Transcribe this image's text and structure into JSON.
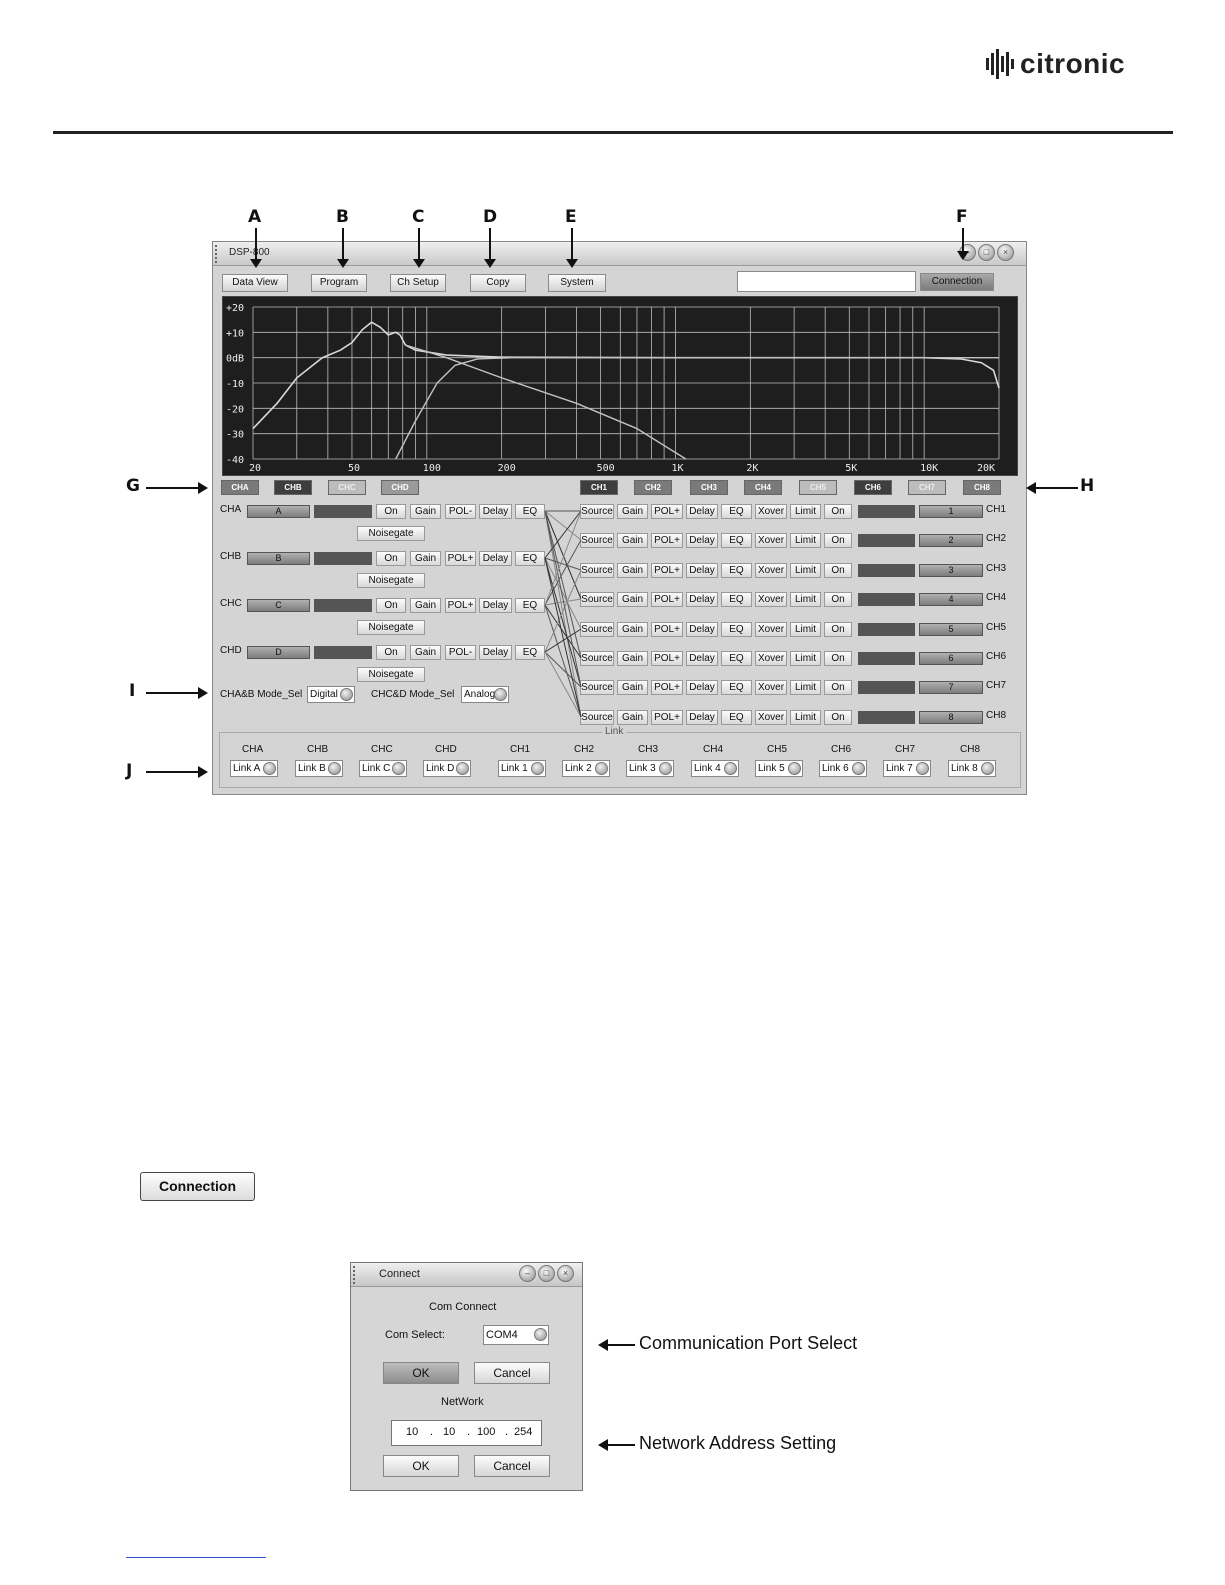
{
  "brand": {
    "name": "citronic"
  },
  "callouts": {
    "a": "A",
    "b": "B",
    "c": "C",
    "d": "D",
    "e": "E",
    "f": "F",
    "g": "G",
    "h": "H",
    "i": "I",
    "j": "J"
  },
  "main_window": {
    "title": "DSP-800",
    "toolbar": {
      "data_view": "Data View",
      "program": "Program",
      "ch_setup": "Ch Setup",
      "copy": "Copy",
      "system": "System",
      "status_value": "",
      "connection": "Connection"
    },
    "graph": {
      "y_labels": [
        "+20",
        "+10",
        "0dB",
        "-10",
        "-20",
        "-30",
        "-40"
      ],
      "x_labels": [
        "20",
        "50",
        "100",
        "200",
        "500",
        "1K",
        "2K",
        "5K",
        "10K",
        "20K"
      ]
    },
    "input_tabs": [
      "CHA",
      "CHB",
      "CHC",
      "CHD"
    ],
    "output_tabs": [
      "CH1",
      "CH2",
      "CH3",
      "CH4",
      "CH5",
      "CH6",
      "CH7",
      "CH8"
    ],
    "inputs": [
      {
        "label": "CHA",
        "name": "A",
        "on": "On",
        "gain": "Gain",
        "pol": "POL-",
        "delay": "Delay",
        "eq": "EQ",
        "noisegate": "Noisegate"
      },
      {
        "label": "CHB",
        "name": "B",
        "on": "On",
        "gain": "Gain",
        "pol": "POL+",
        "delay": "Delay",
        "eq": "EQ",
        "noisegate": "Noisegate"
      },
      {
        "label": "CHC",
        "name": "C",
        "on": "On",
        "gain": "Gain",
        "pol": "POL+",
        "delay": "Delay",
        "eq": "EQ",
        "noisegate": "Noisegate"
      },
      {
        "label": "CHD",
        "name": "D",
        "on": "On",
        "gain": "Gain",
        "pol": "POL-",
        "delay": "Delay",
        "eq": "EQ",
        "noisegate": "Noisegate"
      }
    ],
    "outputs": [
      {
        "source": "Source",
        "gain": "Gain",
        "pol": "POL+",
        "delay": "Delay",
        "eq": "EQ",
        "xover": "Xover",
        "limit": "Limit",
        "on": "On",
        "num": "1",
        "label": "CH1"
      },
      {
        "source": "Source",
        "gain": "Gain",
        "pol": "POL+",
        "delay": "Delay",
        "eq": "EQ",
        "xover": "Xover",
        "limit": "Limit",
        "on": "On",
        "num": "2",
        "label": "CH2"
      },
      {
        "source": "Source",
        "gain": "Gain",
        "pol": "POL+",
        "delay": "Delay",
        "eq": "EQ",
        "xover": "Xover",
        "limit": "Limit",
        "on": "On",
        "num": "3",
        "label": "CH3"
      },
      {
        "source": "Source",
        "gain": "Gain",
        "pol": "POL+",
        "delay": "Delay",
        "eq": "EQ",
        "xover": "Xover",
        "limit": "Limit",
        "on": "On",
        "num": "4",
        "label": "CH4"
      },
      {
        "source": "Source",
        "gain": "Gain",
        "pol": "POL+",
        "delay": "Delay",
        "eq": "EQ",
        "xover": "Xover",
        "limit": "Limit",
        "on": "On",
        "num": "5",
        "label": "CH5"
      },
      {
        "source": "Source",
        "gain": "Gain",
        "pol": "POL+",
        "delay": "Delay",
        "eq": "EQ",
        "xover": "Xover",
        "limit": "Limit",
        "on": "On",
        "num": "6",
        "label": "CH6"
      },
      {
        "source": "Source",
        "gain": "Gain",
        "pol": "POL+",
        "delay": "Delay",
        "eq": "EQ",
        "xover": "Xover",
        "limit": "Limit",
        "on": "On",
        "num": "7",
        "label": "CH7"
      },
      {
        "source": "Source",
        "gain": "Gain",
        "pol": "POL+",
        "delay": "Delay",
        "eq": "EQ",
        "xover": "Xover",
        "limit": "Limit",
        "on": "On",
        "num": "8",
        "label": "CH8"
      }
    ],
    "mode": {
      "ab_label": "CHA&B Mode_Sel",
      "ab_value": "Digital",
      "cd_label": "CHC&D Mode_Sel",
      "cd_value": "Analog"
    },
    "link": {
      "legend": "Link",
      "channels": [
        {
          "head": "CHA",
          "value": "Link A"
        },
        {
          "head": "CHB",
          "value": "Link B"
        },
        {
          "head": "CHC",
          "value": "Link C"
        },
        {
          "head": "CHD",
          "value": "Link D"
        },
        {
          "head": "CH1",
          "value": "Link 1"
        },
        {
          "head": "CH2",
          "value": "Link 2"
        },
        {
          "head": "CH3",
          "value": "Link 3"
        },
        {
          "head": "CH4",
          "value": "Link 4"
        },
        {
          "head": "CH5",
          "value": "Link 5"
        },
        {
          "head": "CH6",
          "value": "Link 6"
        },
        {
          "head": "CH7",
          "value": "Link 7"
        },
        {
          "head": "CH8",
          "value": "Link 8"
        }
      ]
    }
  },
  "connection_button": {
    "label": "Connection"
  },
  "connect_dialog": {
    "title": "Connect",
    "com_heading": "Com Connect",
    "com_select_label": "Com Select:",
    "com_value": "COM4",
    "ok_label": "OK",
    "cancel_label": "Cancel",
    "network_heading": "NetWork",
    "ip": [
      "10",
      "10",
      "100",
      "254"
    ],
    "ok2_label": "OK",
    "cancel2_label": "Cancel"
  },
  "notes": {
    "port_select": "Communication Port Select",
    "network_address": "Network Address Setting"
  }
}
